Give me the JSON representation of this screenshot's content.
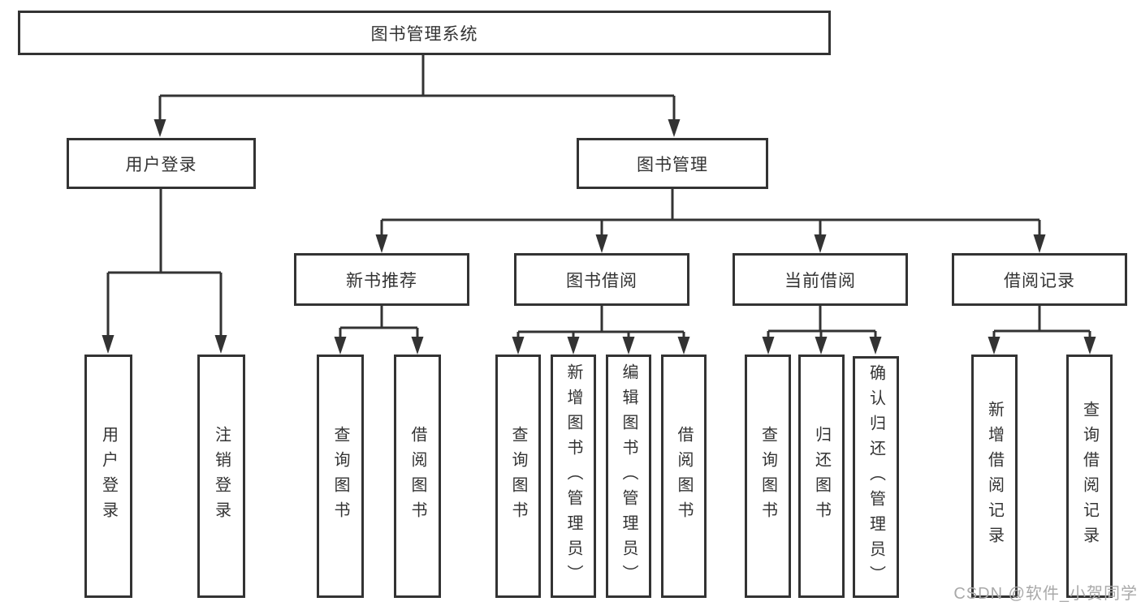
{
  "diagram": {
    "root": {
      "label": "图书管理系统"
    },
    "branches": [
      {
        "label": "用户登录",
        "children": [
          {
            "label": "用户登录"
          },
          {
            "label": "注销登录"
          }
        ]
      },
      {
        "label": "图书管理",
        "children": [
          {
            "label": "新书推荐",
            "children": [
              {
                "label": "查询图书"
              },
              {
                "label": "借阅图书"
              }
            ]
          },
          {
            "label": "图书借阅",
            "children": [
              {
                "label": "查询图书"
              },
              {
                "label": "新增图书（管理员）"
              },
              {
                "label": "编辑图书（管理员）"
              },
              {
                "label": "借阅图书"
              }
            ]
          },
          {
            "label": "当前借阅",
            "children": [
              {
                "label": "查询图书"
              },
              {
                "label": "归还图书"
              },
              {
                "label": "确认归还（管理员）"
              }
            ]
          },
          {
            "label": "借阅记录",
            "children": [
              {
                "label": "新增借阅记录"
              },
              {
                "label": "查询借阅记录"
              }
            ]
          }
        ]
      }
    ]
  },
  "watermark": {
    "text": "CSDN @软件_小贺同学"
  },
  "colors": {
    "line": "#333333",
    "text": "#333333",
    "watermark": "#a9a9a9",
    "background": "#ffffff"
  }
}
